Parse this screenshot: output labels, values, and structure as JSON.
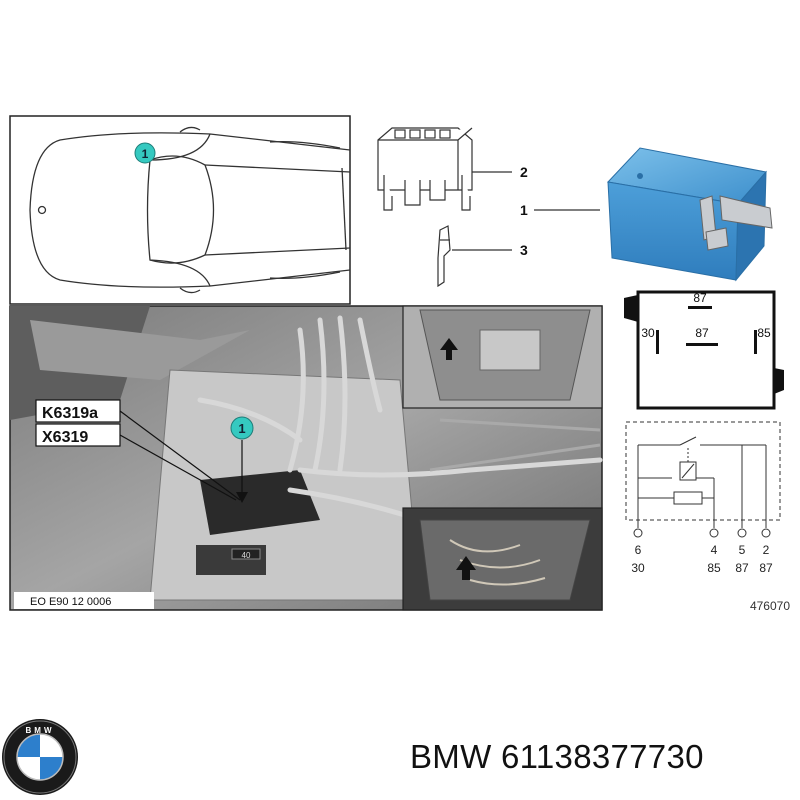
{
  "car_panel": {
    "callout": "1"
  },
  "exploded_parts": {
    "callouts": [
      "2",
      "1",
      "3"
    ]
  },
  "photo": {
    "labels": [
      "K6319a",
      "X6319"
    ],
    "callout": "1",
    "fuse_value": "40",
    "footer_code": "EO E90 12 0006"
  },
  "pinout": {
    "top_pin": "87",
    "left_pin": "30",
    "center_pin": "87",
    "right_pin": "85"
  },
  "schematic": {
    "terminal_numbers": [
      "6",
      "4",
      "5",
      "2"
    ],
    "terminal_names": [
      "30",
      "85",
      "87",
      "87"
    ]
  },
  "diagram_id": "476070",
  "footer": {
    "brand": "BMW",
    "part_number": "61138377730",
    "logo_text": "BMW"
  },
  "colors": {
    "relay_blue": "#4a9fd8",
    "callout_teal": "#35c9c0",
    "photo_gray": "#8a8a8a"
  }
}
